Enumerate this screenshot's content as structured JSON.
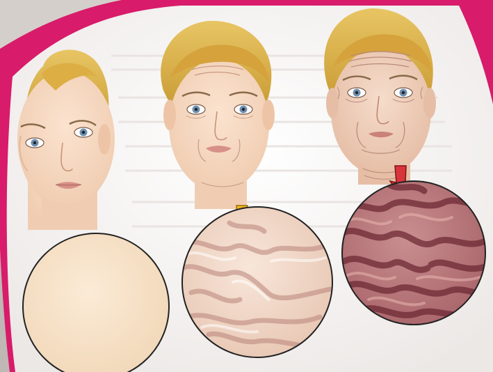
{
  "illustration": {
    "stages": [
      {
        "id": "young",
        "wrinkle_level": "none",
        "arrow": "green-arrow-icon",
        "skin_tone": "#f4dcc0",
        "arrow_color": "#7cc242"
      },
      {
        "id": "middle",
        "wrinkle_level": "moderate",
        "arrow": "yellow-arrow-icon",
        "skin_tone": "#efd2bf",
        "arrow_color": "#f2b81c"
      },
      {
        "id": "old",
        "wrinkle_level": "deep",
        "arrow": "red-arrow-icon",
        "skin_tone": "#b8767a",
        "arrow_color": "#d8343c"
      }
    ],
    "frame_color": "#d81b6a",
    "background_color": "#fbf9f8"
  }
}
